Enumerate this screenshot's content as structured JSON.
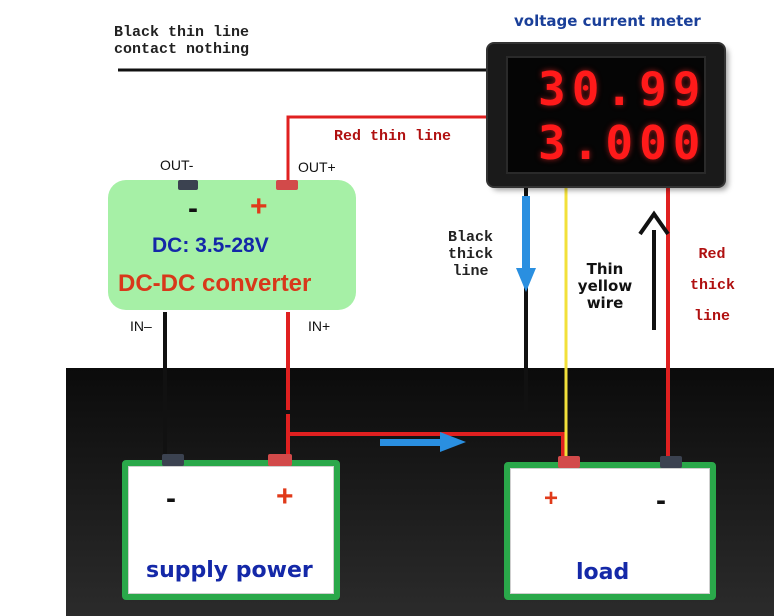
{
  "annotations": {
    "black_thin_line": "Black thin line\ncontact nothing",
    "red_thin_line": "Red thin line",
    "black_thick_line": "Black\nthick\nline",
    "thin_yellow_wire": "Thin\nyellow\nwire",
    "red_thick_line": "Red\nthick\nline"
  },
  "meter": {
    "title": "voltage  current meter",
    "voltage_reading": "30.99",
    "current_reading": "3.000"
  },
  "converter": {
    "out_minus_label": "OUT-",
    "out_plus_label": "OUT+",
    "minus_symbol": "-",
    "plus_symbol": "+",
    "dc_prefix": "DC:",
    "dc_range": "3.5-28V",
    "name": "DC-DC converter",
    "in_minus_label": "IN–",
    "in_plus_label": "IN+"
  },
  "supply": {
    "minus_symbol": "-",
    "plus_symbol": "+",
    "label": "supply power"
  },
  "load": {
    "plus_symbol": "+",
    "minus_symbol": "-",
    "label": "load"
  },
  "colors": {
    "red_wire": "#e02020",
    "black_wire": "#111111",
    "yellow_wire": "#f2e03a",
    "blue_arrow": "#2a8fe0",
    "battery_border": "#2aa84a",
    "converter_fill": "#a6f0a6"
  }
}
